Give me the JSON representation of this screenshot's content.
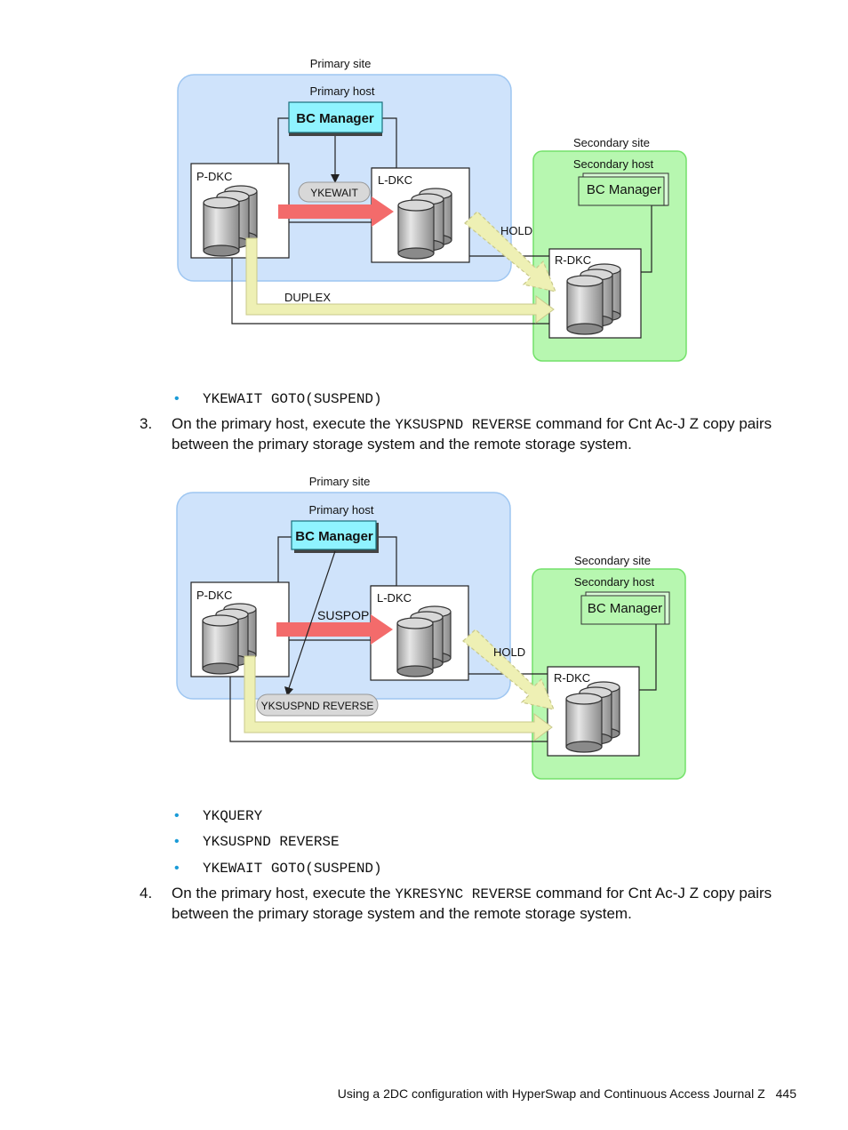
{
  "figure1": {
    "primary_site": "Primary site",
    "primary_host": "Primary host",
    "bc_manager": "BC Manager",
    "pdkc": "P-DKC",
    "ldkc": "L-DKC",
    "rdkc": "R-DKC",
    "command_bubble": "YKEWAIT",
    "hold": "HOLD",
    "duplex": "DUPLEX",
    "secondary_site": "Secondary site",
    "secondary_host": "Secondary host",
    "secondary_bc_manager": "BC Manager"
  },
  "bullets1": [
    "YKEWAIT GOTO(SUSPEND)"
  ],
  "step3": {
    "number": "3.",
    "prefix": "On the primary host, execute the ",
    "command": "YKSUSPND REVERSE",
    "suffix": " command for Cnt Ac-J Z copy pairs between the primary storage system and the remote storage system."
  },
  "figure2": {
    "primary_site": "Primary site",
    "primary_host": "Primary host",
    "bc_manager": "BC Manager",
    "pdkc": "P-DKC",
    "ldkc": "L-DKC",
    "rdkc": "R-DKC",
    "suspop": "SUSPOP",
    "command_bubble": "YKSUSPND REVERSE",
    "hold": "HOLD",
    "secondary_site": "Secondary site",
    "secondary_host": "Secondary host",
    "secondary_bc_manager": "BC Manager"
  },
  "bullets2": [
    "YKQUERY",
    "YKSUSPND REVERSE",
    "YKEWAIT GOTO(SUSPEND)"
  ],
  "step4": {
    "number": "4.",
    "prefix": "On the primary host, execute the ",
    "command": "YKRESYNC REVERSE",
    "suffix": " command for Cnt Ac-J Z copy pairs between the primary storage system and the remote storage system."
  },
  "footer": {
    "text": "Using a 2DC configuration with HyperSwap and Continuous Access Journal Z",
    "page": "445"
  },
  "colors": {
    "primary_site_fill": "#cfe3fb",
    "secondary_site_fill": "#b7f7b0",
    "bc_manager_fill": "#8ff3ff",
    "red_arrow": "#f36b6b",
    "yellow_arrow": "#eef0b4",
    "bullet": "#1a9bd7"
  }
}
